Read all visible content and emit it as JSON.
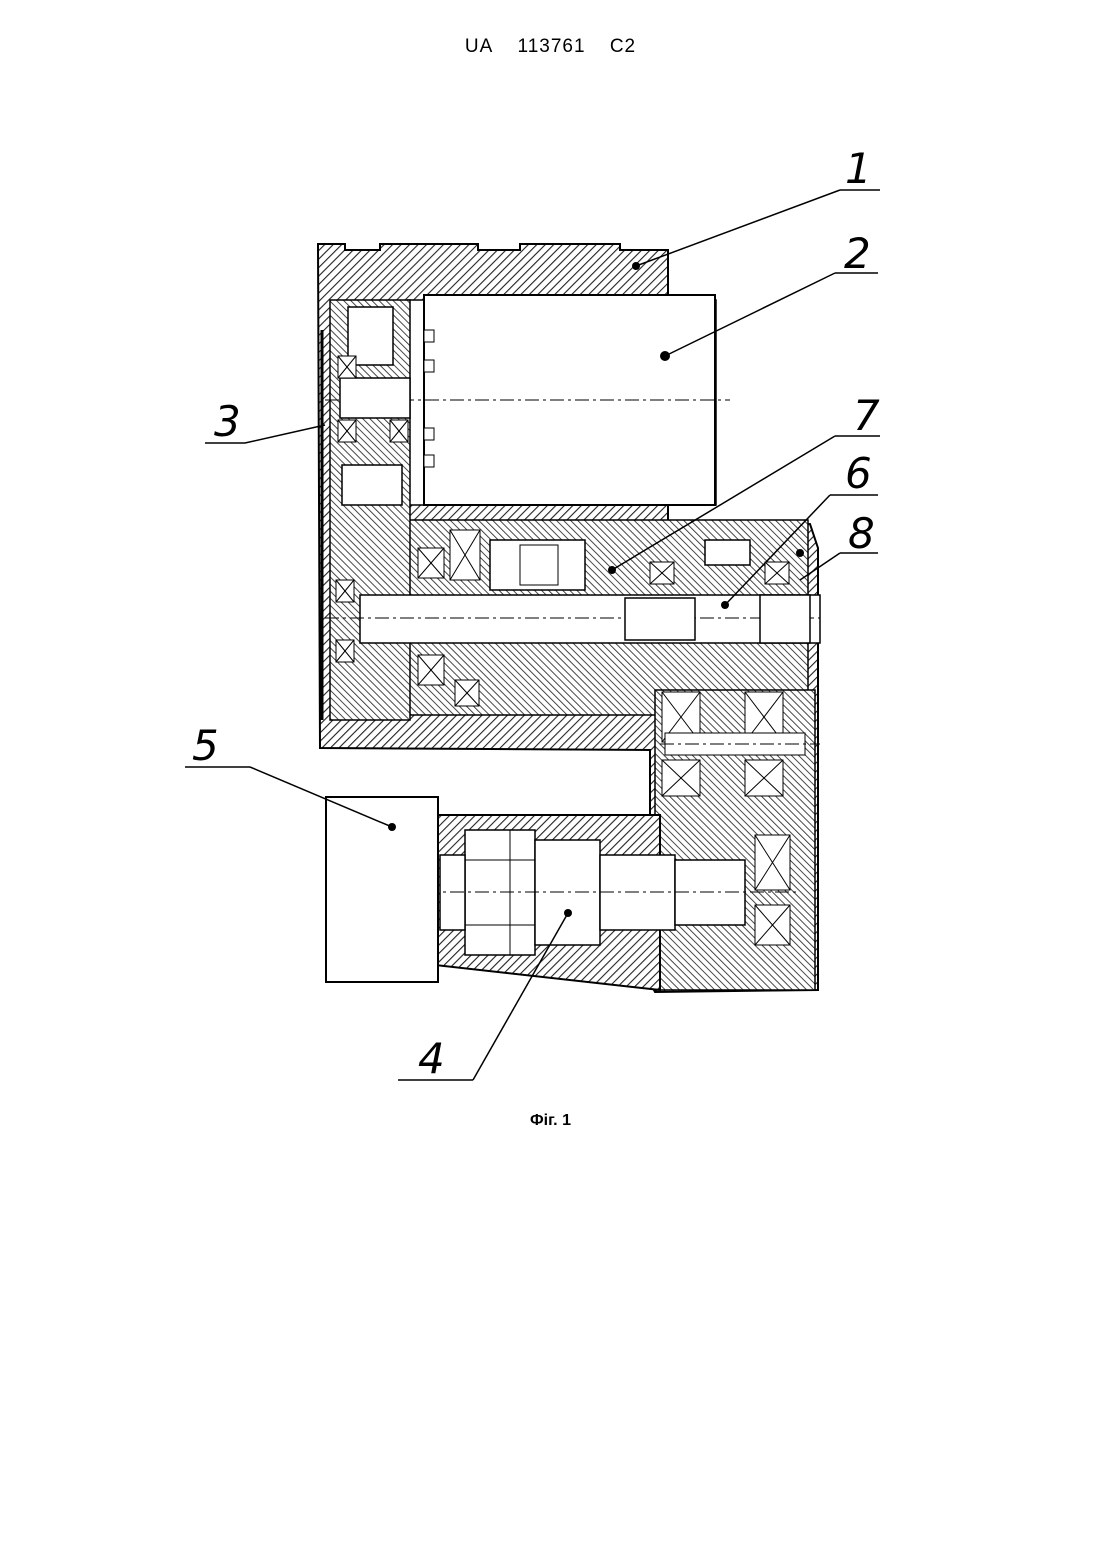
{
  "header": {
    "country": "UA",
    "number": "113761",
    "kind": "C2"
  },
  "callouts": [
    "1",
    "2",
    "3",
    "4",
    "5",
    "6",
    "7",
    "8"
  ],
  "caption": "Фіг. 1"
}
